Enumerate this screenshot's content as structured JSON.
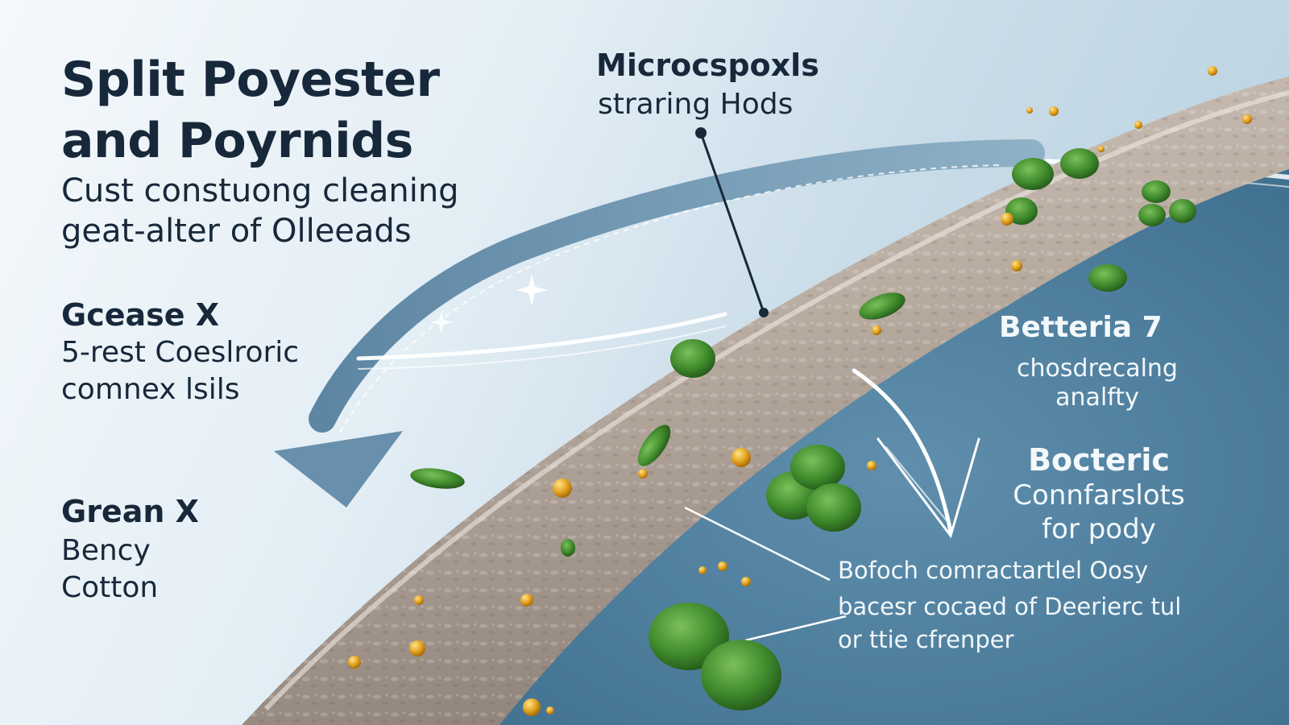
{
  "title": {
    "line1": "Split Poyester",
    "line2": "and Poyrnids",
    "sub1": "Cust constuong cleaning",
    "sub2": "geat-alter of Olleeads"
  },
  "grease": {
    "heading": "Gcease X",
    "line1": "5-rest Coeslroric",
    "line2": "comnex lsils"
  },
  "green": {
    "heading": "Grean X",
    "line1": "Bency",
    "line2": "Cotton"
  },
  "micro": {
    "heading": "Microcspoxls",
    "sub": "straring Hods"
  },
  "bacteria": {
    "heading": "Betteria 7",
    "line1": "chosdrecalng",
    "line2": "analfty"
  },
  "bocteric": {
    "heading": "Bocteric",
    "line1": "Connfarslots",
    "line2": "for pody"
  },
  "note": {
    "line1": "Bofoch comractartlel Oosy",
    "line2": "bacesr cocaed of Deerierc tul",
    "line3": "or ttie cfrenper"
  },
  "colors": {
    "text_dark": "#17283a",
    "text_light": "#f3f8fb",
    "fiber": "#b9aca1",
    "bacteria": "#3f8a2c",
    "droplet": "#e2a21e",
    "arrow": "#6d93ad",
    "pool": "#5585a3"
  }
}
